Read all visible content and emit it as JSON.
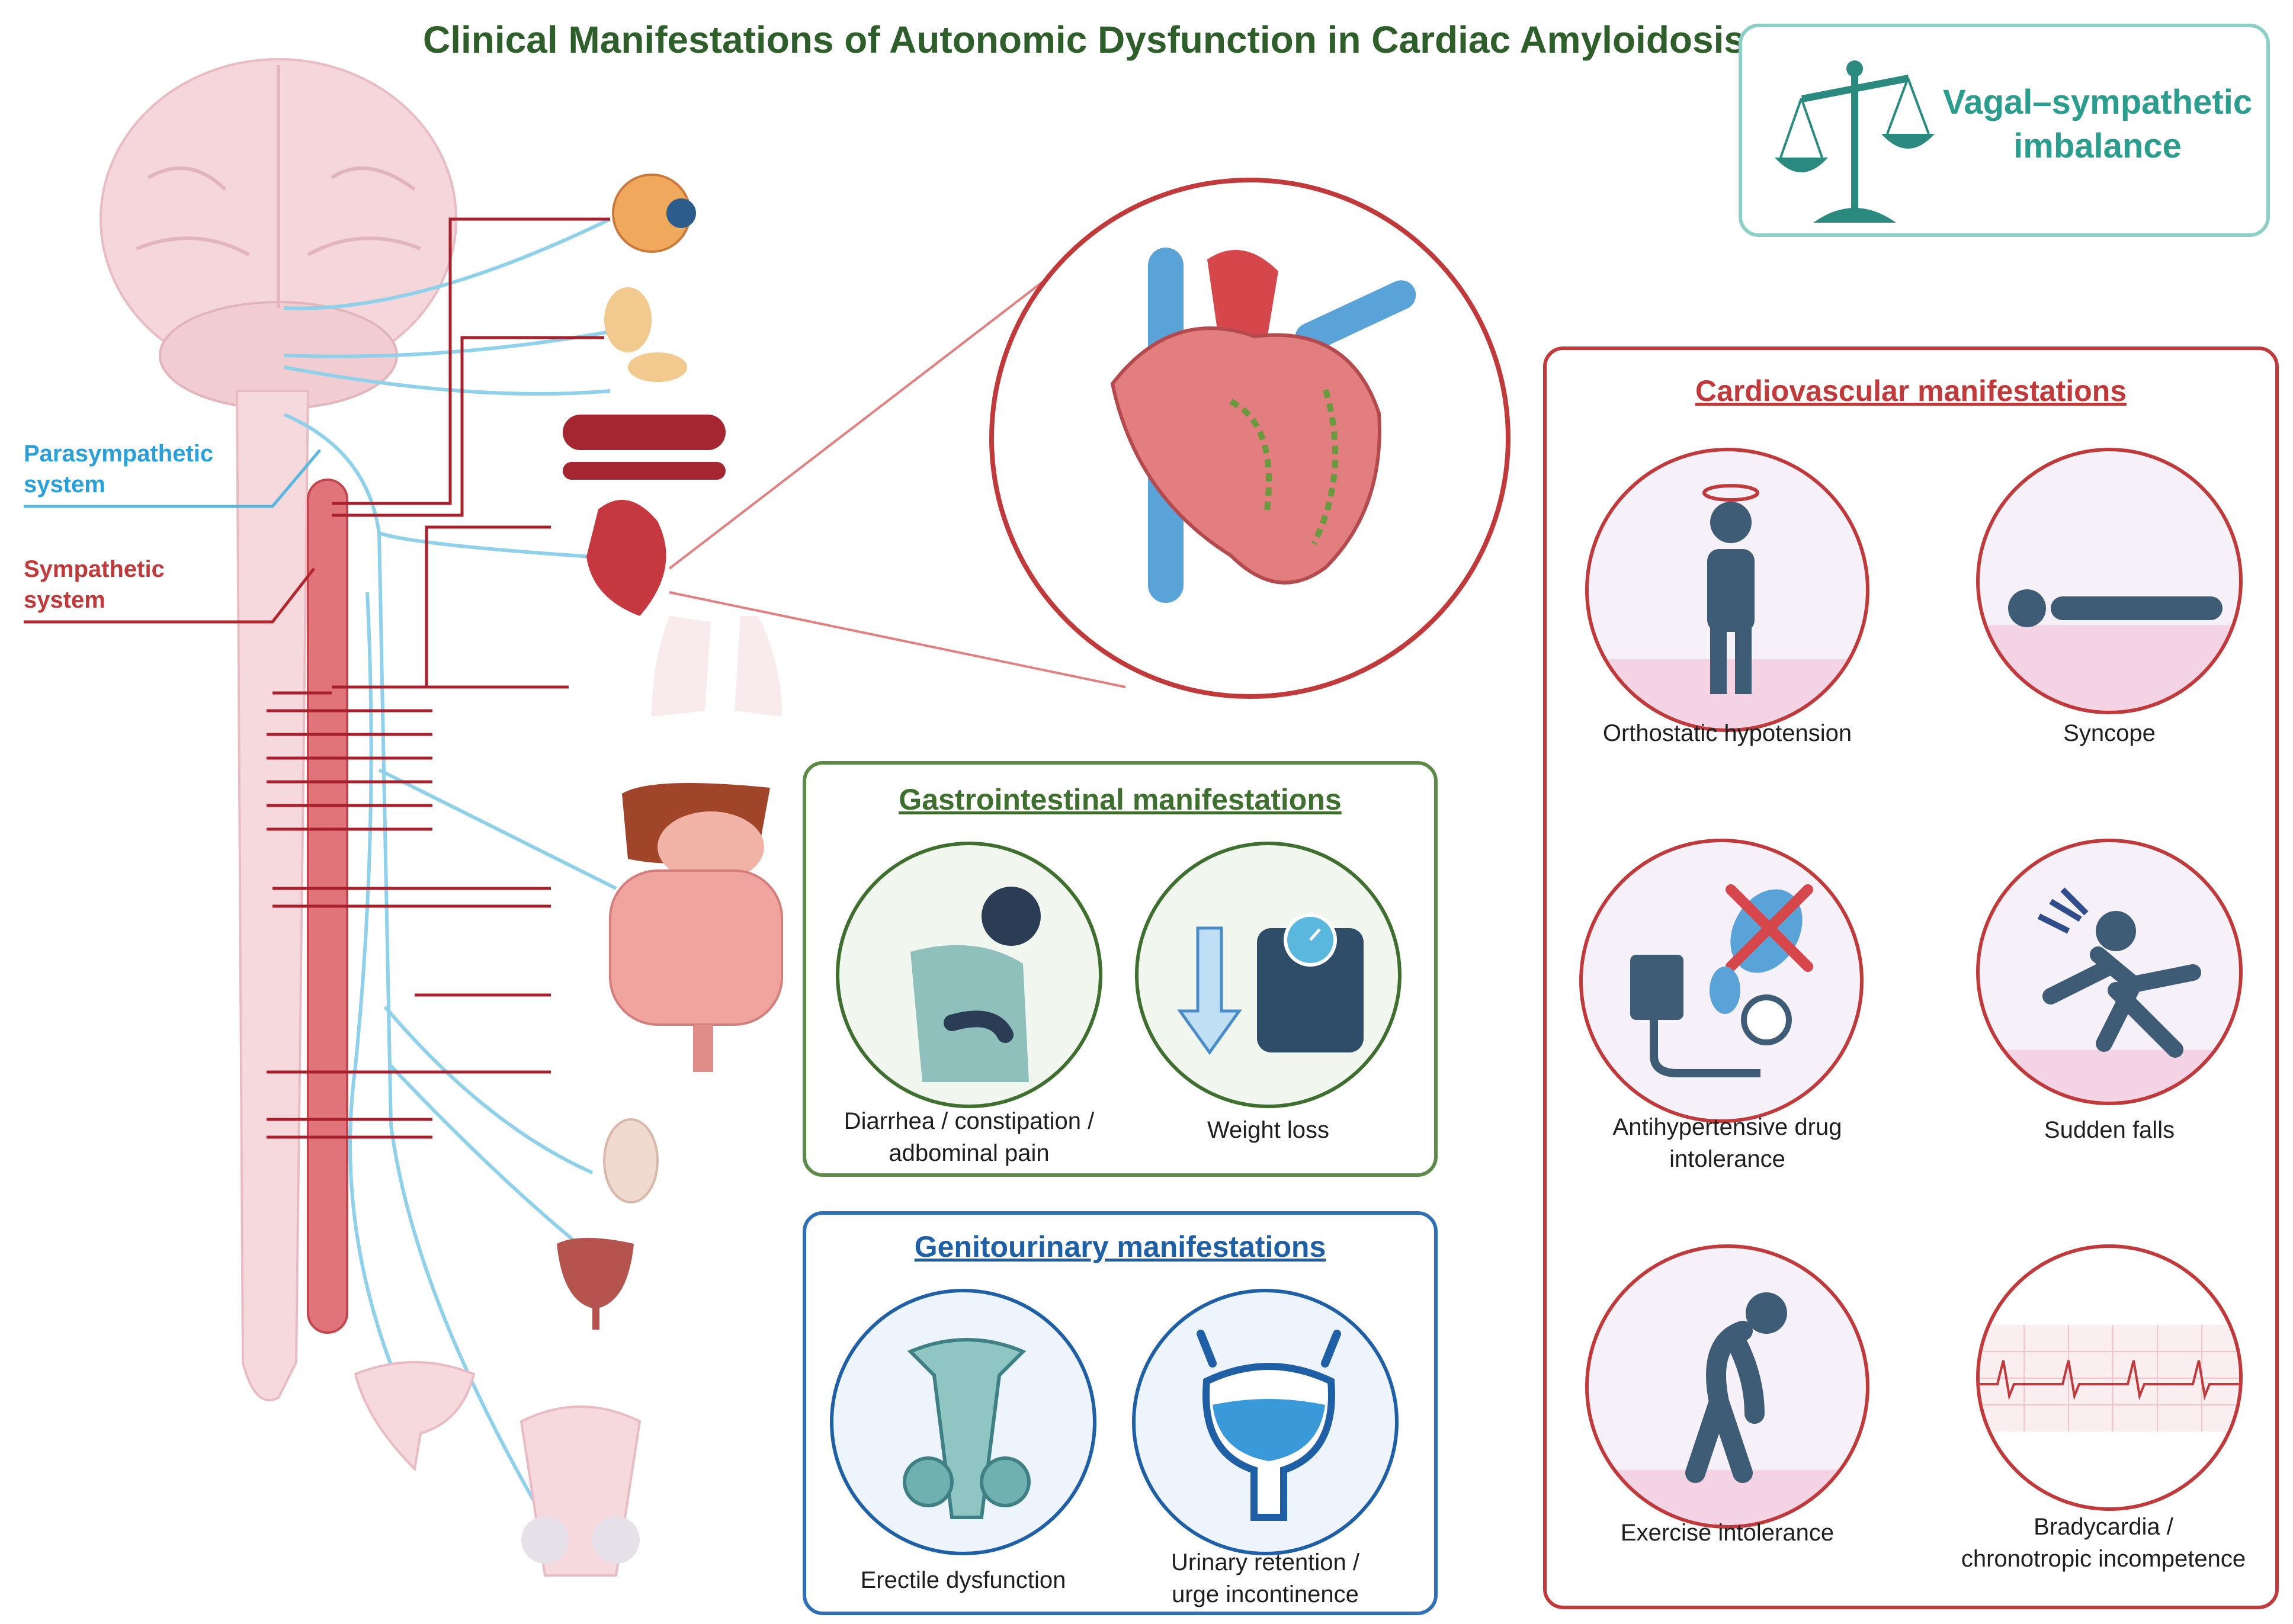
{
  "title": "Clinical Manifestations of Autonomic Dysfunction in Cardiac Amyloidosis",
  "balance_box": {
    "label": "Vagal–sympathetic\nimbalance",
    "icon": "scale-icon"
  },
  "legend": {
    "parasympathetic": "Parasympathetic\nsystem",
    "sympathetic": "Sympathetic\nsystem"
  },
  "colors": {
    "parasympathetic": "#5ab7de",
    "sympathetic": "#b3262e",
    "gi": "#4d7a35",
    "gu": "#1f5fa6",
    "cv": "#c0393b",
    "balance": "#2a9d8f",
    "title": "#2e5e2a"
  },
  "gastrointestinal": {
    "title": "Gastrointestinal manifestations",
    "items": [
      {
        "label": "Diarrhea / constipation /\nadbominal pain",
        "icon": "abdominal-pain-person-icon"
      },
      {
        "label": "Weight loss",
        "icon": "weight-scale-icon"
      }
    ]
  },
  "genitourinary": {
    "title": "Genitourinary manifestations",
    "items": [
      {
        "label": "Erectile dysfunction",
        "icon": "male-reproductive-icon"
      },
      {
        "label": "Urinary retention /\nurge incontinence",
        "icon": "bladder-icon"
      }
    ]
  },
  "cardiovascular": {
    "title": "Cardiovascular manifestations",
    "items": [
      {
        "label": "Orthostatic hypotension",
        "icon": "dizzy-standing-person-icon"
      },
      {
        "label": "Syncope",
        "icon": "fainted-person-icon"
      },
      {
        "label": "Antihypertensive drug\nintolerance",
        "icon": "blood-pressure-monitor-icon"
      },
      {
        "label": "Sudden falls",
        "icon": "falling-person-icon"
      },
      {
        "label": "Exercise intolerance",
        "icon": "exhausted-person-icon"
      },
      {
        "label": "Bradycardia /\nchronotropic incompetence",
        "icon": "ecg-strip-icon"
      }
    ]
  }
}
